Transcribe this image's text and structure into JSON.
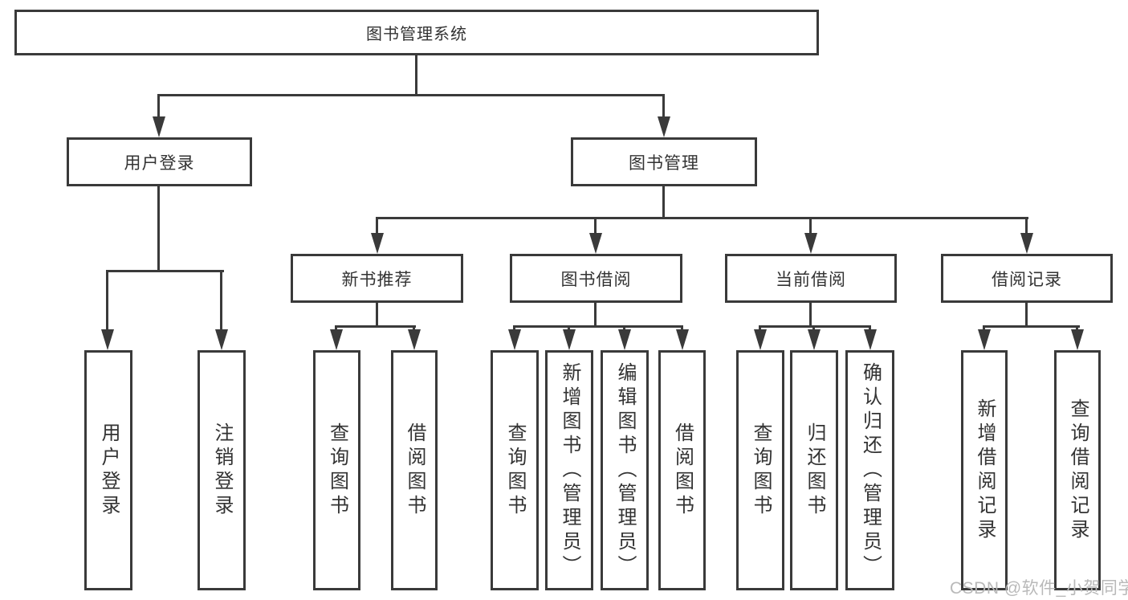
{
  "diagram": {
    "type": "hierarchy-tree",
    "watermark": "CSDN @软件_小贺同学",
    "colors": {
      "line": "#3a3a3a",
      "box_border": "#3a3a3a",
      "box_background": "#ffffff",
      "text": "#333333",
      "watermark": "#b9b9b9",
      "page_background": "#ffffff"
    },
    "nodes": [
      {
        "id": "root",
        "label": "图书管理系统",
        "parent": null,
        "level": 1
      },
      {
        "id": "user-login",
        "label": "用户登录",
        "parent": "root",
        "level": 2
      },
      {
        "id": "book-management",
        "label": "图书管理",
        "parent": "root",
        "level": 2
      },
      {
        "id": "new-book-recommend",
        "label": "新书推荐",
        "parent": "book-management",
        "level": 3
      },
      {
        "id": "book-borrowing",
        "label": "图书借阅",
        "parent": "book-management",
        "level": 3
      },
      {
        "id": "current-borrowing",
        "label": "当前借阅",
        "parent": "book-management",
        "level": 3
      },
      {
        "id": "borrowing-records",
        "label": "借阅记录",
        "parent": "book-management",
        "level": 3
      },
      {
        "id": "leaf-user-login",
        "label": "用户登录",
        "parent": "user-login",
        "level": 4
      },
      {
        "id": "leaf-logout",
        "label": "注销登录",
        "parent": "user-login",
        "level": 4
      },
      {
        "id": "leaf-rec-query-books",
        "label": "查询图书",
        "parent": "new-book-recommend",
        "level": 4
      },
      {
        "id": "leaf-rec-borrow-books",
        "label": "借阅图书",
        "parent": "new-book-recommend",
        "level": 4
      },
      {
        "id": "leaf-bb-query-books",
        "label": "查询图书",
        "parent": "book-borrowing",
        "level": 4
      },
      {
        "id": "leaf-bb-add-books",
        "label": "新增图书（管理员）",
        "parent": "book-borrowing",
        "level": 4
      },
      {
        "id": "leaf-bb-edit-books",
        "label": "编辑图书（管理员）",
        "parent": "book-borrowing",
        "level": 4
      },
      {
        "id": "leaf-bb-borrow-books",
        "label": "借阅图书",
        "parent": "book-borrowing",
        "level": 4
      },
      {
        "id": "leaf-cb-query-books",
        "label": "查询图书",
        "parent": "current-borrowing",
        "level": 4
      },
      {
        "id": "leaf-cb-return-books",
        "label": "归还图书",
        "parent": "current-borrowing",
        "level": 4
      },
      {
        "id": "leaf-cb-confirm-return",
        "label": "确认归还（管理员）",
        "parent": "current-borrowing",
        "level": 4
      },
      {
        "id": "leaf-br-add-record",
        "label": "新增借阅记录",
        "parent": "borrowing-records",
        "level": 4
      },
      {
        "id": "leaf-br-query-record",
        "label": "查询借阅记录",
        "parent": "borrowing-records",
        "level": 4
      }
    ]
  }
}
